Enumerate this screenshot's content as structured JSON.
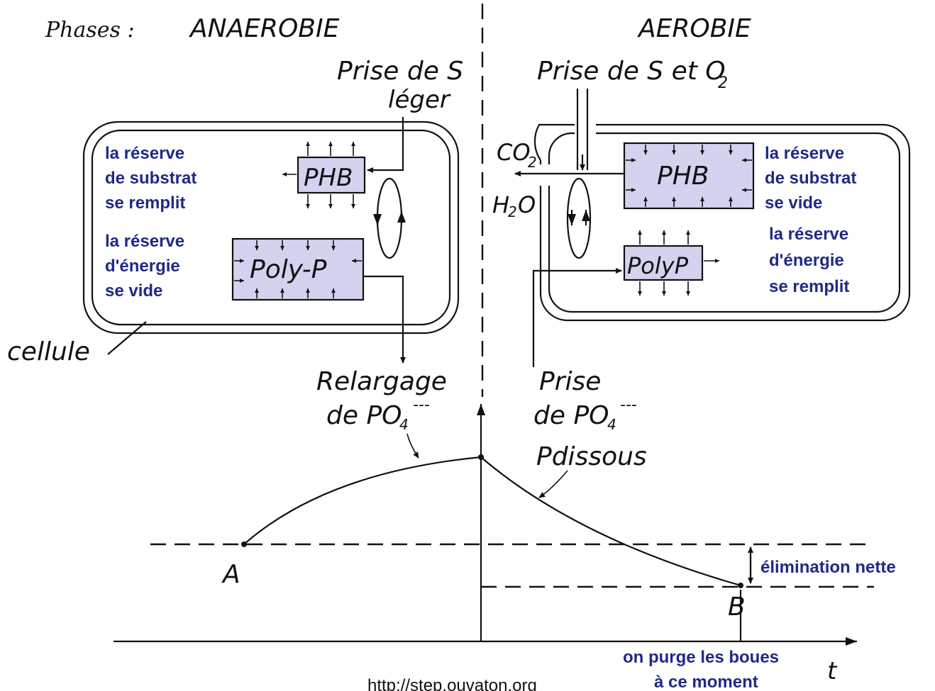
{
  "header": {
    "phases_label": "Phases :",
    "anaerobic": "ANAEROBIE",
    "aerobic": "AEROBIE"
  },
  "anaerobic_cell": {
    "uptake_line1": "Prise de S",
    "uptake_line2": "léger",
    "phb_label": "PHB",
    "polyp_label": "Poly-P",
    "substrate_note": [
      "la réserve",
      "de substrat",
      "se remplit"
    ],
    "energy_note": [
      "la réserve",
      "d'énergie",
      "se vide"
    ],
    "cell_label": "cellule",
    "release_line1": "Relargage",
    "release_line2": "de PO",
    "release_sub": "4",
    "release_charge": "---"
  },
  "aerobic_cell": {
    "uptake_line": "Prise de S et O",
    "uptake_sub": "2",
    "co2": "CO",
    "co2_sub": "2",
    "h2o_h": "H",
    "h2o_sub": "2",
    "h2o_o": "O",
    "phb_label": "PHB",
    "polyp_label": "PolyP",
    "substrate_note": [
      "la réserve",
      "de substrat",
      "se vide"
    ],
    "energy_note": [
      "la réserve",
      "d'énergie",
      "se remplit"
    ],
    "uptake_po4_line1": "Prise",
    "uptake_po4_line2": "de PO",
    "uptake_po4_sub": "4",
    "uptake_po4_charge": "---",
    "dissolved_p": "Pdissous"
  },
  "graph": {
    "point_a": "A",
    "point_b": "B",
    "net_removal": "élimination nette",
    "purge_line1": "on purge les boues",
    "purge_line2": "à ce moment",
    "time_axis": "t"
  },
  "source_url": "http://step.ouvaton.org"
}
